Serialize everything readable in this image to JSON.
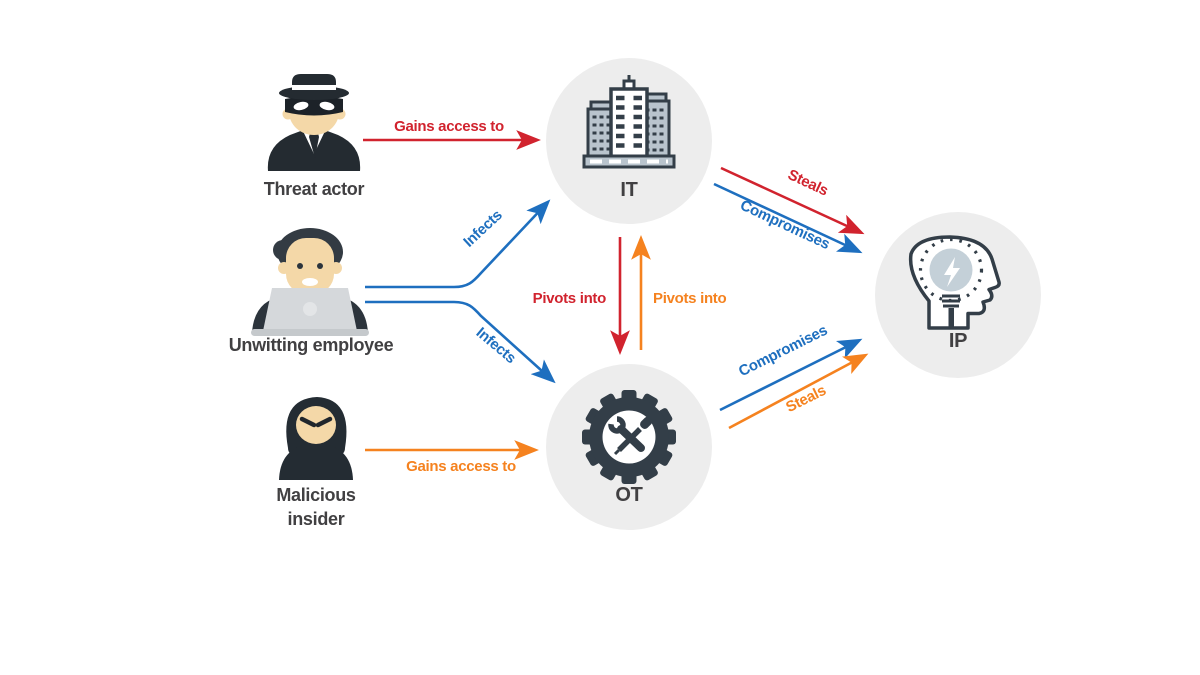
{
  "diagram": {
    "colors": {
      "red": "#d1232e",
      "blue": "#1e6fbf",
      "orange": "#f5821f",
      "node_circle_bg": "#ededed",
      "icon_dark": "#333e48",
      "label_text": "#414042",
      "building_fill": "#b9c4cd",
      "bulb_fill": "#c4d0d8",
      "skin": "#f4d8a8"
    },
    "actors": [
      {
        "id": "threat-actor",
        "icon": "spy-icon",
        "lines": [
          "Threat actor"
        ]
      },
      {
        "id": "unwitting-employee",
        "icon": "employee-laptop-icon",
        "lines": [
          "Unwitting employee"
        ]
      },
      {
        "id": "malicious-insider",
        "icon": "hooded-insider-icon",
        "lines": [
          "Malicious",
          "insider"
        ]
      }
    ],
    "systems": [
      {
        "id": "it",
        "icon": "buildings-icon",
        "label": "IT"
      },
      {
        "id": "ot",
        "icon": "gear-tools-icon",
        "label": "OT"
      },
      {
        "id": "ip",
        "icon": "head-lightbulb-icon",
        "label": "IP"
      }
    ],
    "edges": [
      {
        "from": "threat-actor",
        "to": "it",
        "label": "Gains access to",
        "color": "red"
      },
      {
        "from": "unwitting-employee",
        "to": "it",
        "label": "Infects",
        "color": "blue"
      },
      {
        "from": "unwitting-employee",
        "to": "ot",
        "label": "Infects",
        "color": "blue"
      },
      {
        "from": "malicious-insider",
        "to": "ot",
        "label": "Gains access to",
        "color": "orange"
      },
      {
        "from": "it",
        "to": "ot",
        "label": "Pivots into",
        "color": "red"
      },
      {
        "from": "ot",
        "to": "it",
        "label": "Pivots into",
        "color": "orange"
      },
      {
        "from": "it",
        "to": "ip",
        "label": "Steals",
        "color": "red"
      },
      {
        "from": "it",
        "to": "ip",
        "label": "Compromises",
        "color": "blue"
      },
      {
        "from": "ot",
        "to": "ip",
        "label": "Compromises",
        "color": "blue"
      },
      {
        "from": "ot",
        "to": "ip",
        "label": "Steals",
        "color": "orange"
      }
    ]
  }
}
